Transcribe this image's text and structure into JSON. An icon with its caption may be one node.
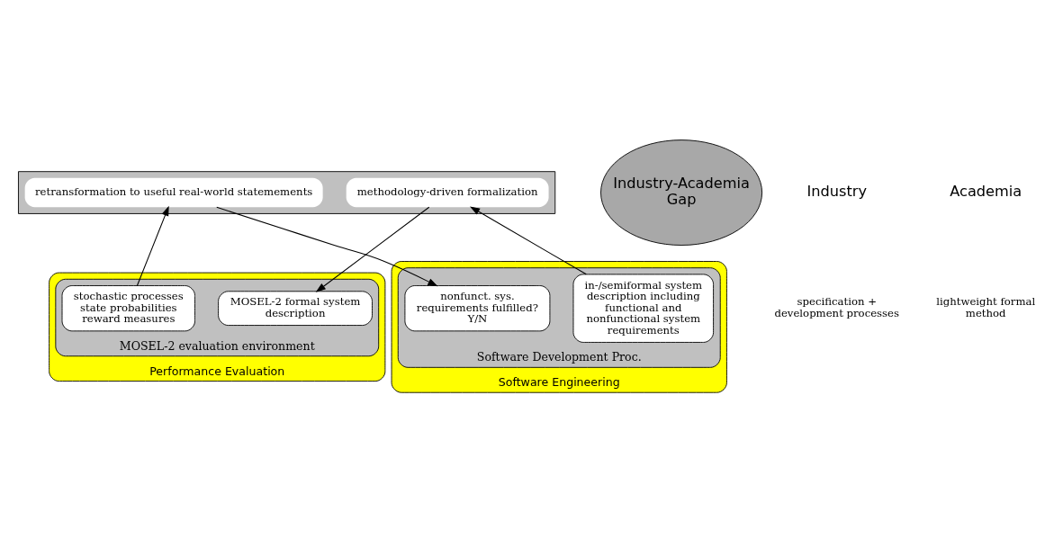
{
  "diagram": {
    "nodes": [
      {
        "text": [],
        "shape": "band"
      },
      {
        "text": [
          "methodology-driven formalization"
        ],
        "in": 0
      },
      {
        "text": [
          "retransformation to useful real-world statemements"
        ],
        "in": 0
      },
      {
        "text": [
          "Software Engineering"
        ]
      },
      {
        "text": [
          "Software Development Proc."
        ],
        "in": 3
      },
      {
        "text": [
          "in-/semiformal system description including functional and nonfunctional system requirements"
        ],
        "in": 4
      },
      {
        "text": [
          "nonfunct. sys. requirements fulfilled? Y/N"
        ],
        "in": 4
      },
      {
        "text": [
          "Industry-Academia Gap"
        ]
      },
      {
        "text": [
          "Performance Evaluation"
        ]
      },
      {
        "text": [
          "MOSEL-2 evaluation environment"
        ],
        "in": 8
      },
      {
        "text": [
          "MOSEL-2 formal system description"
        ],
        "in": 9
      },
      {
        "text": [
          "stochastic processes state probabilities reward measures"
        ],
        "in": 9
      }
    ],
    "edges": [
      {
        "from": 5,
        "to": 1,
        "arrow": "to"
      },
      {
        "from": 1,
        "to": 10,
        "arrow": "to"
      },
      {
        "from": 11,
        "to": 2,
        "arrow": "to"
      },
      {
        "from": 2,
        "to": 6,
        "arrow": "to"
      }
    ],
    "labels": [
      "Industry",
      "specification + development processes",
      "Academia",
      "lightweight formal method"
    ]
  }
}
